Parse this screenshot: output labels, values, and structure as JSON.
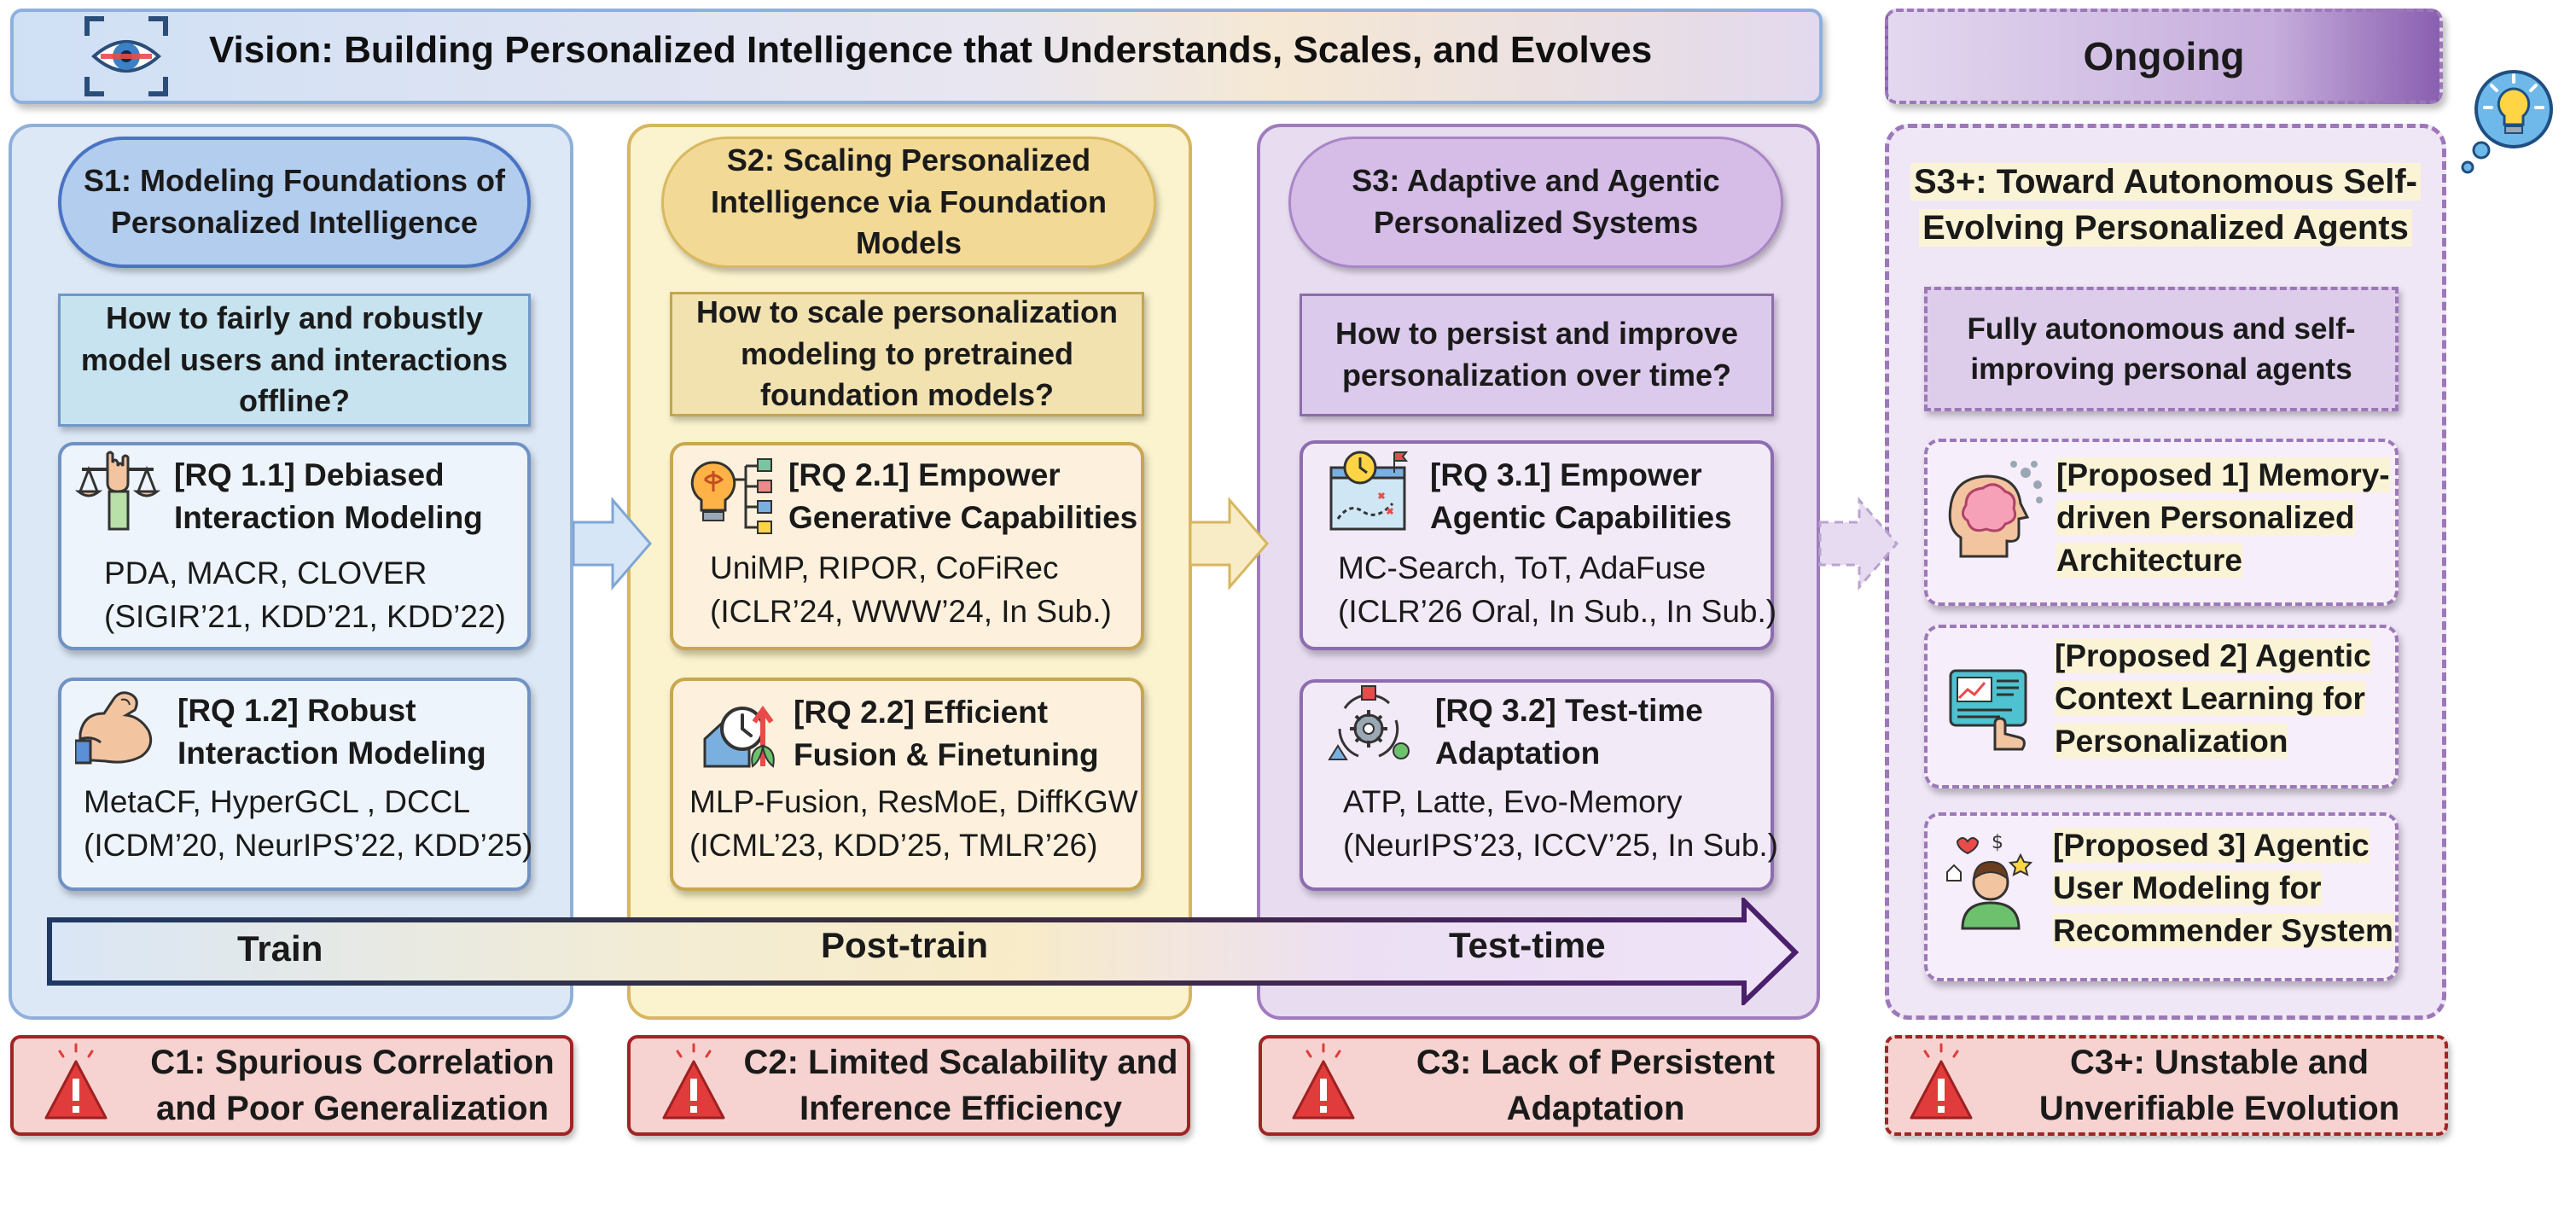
{
  "vision": {
    "title": "Vision: Building Personalized Intelligence that Understands, Scales, and Evolves",
    "icon": "eye-scan-icon"
  },
  "ongoing": {
    "label": "Ongoing",
    "icon": "lightbulb-thought-icon"
  },
  "stages": {
    "s1": {
      "title_line1": "S1: Modeling Foundations of",
      "title_line2": "Personalized Intelligence",
      "question_line1": "How to fairly and robustly",
      "question_line2": "model users and interactions",
      "question_line3": "offline?",
      "rq1": {
        "title_line1": "[RQ 1.1] Debiased",
        "title_line2": "Interaction Modeling",
        "methods": "PDA, MACR, CLOVER",
        "venues": "(SIGIR’21, KDD’21, KDD’22)",
        "icon": "hand-scales-icon"
      },
      "rq2": {
        "title_line1": "[RQ 1.2] Robust",
        "title_line2": "Interaction Modeling",
        "methods": "MetaCF, HyperGCL , DCCL",
        "venues": "(ICDM’20, NeurIPS’22, KDD’25)",
        "icon": "flexed-arm-icon"
      }
    },
    "s2": {
      "title_line1": "S2: Scaling Personalized",
      "title_line2": "Intelligence via Foundation",
      "title_line3": "Models",
      "question_line1": "How to scale personalization",
      "question_line2": "modeling to pretrained",
      "question_line3": "foundation models?",
      "rq1": {
        "title_line1": "[RQ 2.1] Empower",
        "title_line2": "Generative Capabilities",
        "methods": "UniMP, RIPOR, CoFiRec",
        "venues": "(ICLR’24, WWW’24, In Sub.)",
        "icon": "brain-bulb-network-icon"
      },
      "rq2": {
        "title_line1": "[RQ 2.2] Efficient",
        "title_line2": "Fusion & Finetuning",
        "methods": "MLP-Fusion, ResMoE, DiffKGW",
        "venues": "(ICML’23, KDD’25, TMLR’26)",
        "icon": "clock-growth-icon"
      }
    },
    "s3": {
      "title_line1": "S3: Adaptive and Agentic",
      "title_line2": "Personalized Systems",
      "question_line1": "How to persist and improve",
      "question_line2": "personalization over time?",
      "rq1": {
        "title_line1": "[RQ 3.1] Empower",
        "title_line2": "Agentic Capabilities",
        "methods": "MC-Search, ToT, AdaFuse",
        "venues": "(ICLR’26 Oral, In Sub., In Sub.)",
        "icon": "strategy-plan-icon"
      },
      "rq2": {
        "title_line1": "[RQ 3.2] Test-time",
        "title_line2": "Adaptation",
        "methods": "ATP, Latte, Evo-Memory",
        "venues": "(NeurIPS’23, ICCV’25, In Sub.)",
        "icon": "gear-cycle-icon"
      }
    },
    "s4": {
      "title_line1": "S3+: Toward Autonomous Self-",
      "title_line2": "Evolving Personalized Agents",
      "question_line1": "Fully autonomous and self-",
      "question_line2": "improving personal agents",
      "p1": {
        "line1": "[Proposed 1] Memory-",
        "line2": "driven Personalized",
        "line3": "Architecture",
        "icon": "head-memory-icon"
      },
      "p2": {
        "line1": "[Proposed 2] Agentic",
        "line2": "Context Learning for",
        "line3": "Personalization",
        "icon": "touch-screen-icon"
      },
      "p3": {
        "line1": "[Proposed 3] Agentic",
        "line2": "User Modeling for",
        "line3": "Recommender System",
        "icon": "user-ideas-icon"
      }
    }
  },
  "timeline": {
    "train": "Train",
    "post_train": "Post-train",
    "test_time": "Test-time"
  },
  "challenges": {
    "c1": {
      "line1": "C1: Spurious Correlation",
      "line2": "and Poor Generalization"
    },
    "c2": {
      "line1": "C2: Limited Scalability and",
      "line2": "Inference Efficiency"
    },
    "c3": {
      "line1": "C3: Lack of Persistent",
      "line2": "Adaptation"
    },
    "c4": {
      "line1": "C3+: Unstable and",
      "line2": "Unverifiable Evolution"
    },
    "icon": "warning-triangle-icon"
  },
  "colors": {
    "s1": "#dce8f6",
    "s2": "#fbf3cd",
    "s3": "#e8dcf1",
    "s4": "#efe6f6",
    "warning_fill": "#e03c3c",
    "warning_border": "#9f2525",
    "arrow_start": "#dbe7f6",
    "arrow_end": "#efe3f8",
    "arrow_border": "#1f2e5c"
  }
}
